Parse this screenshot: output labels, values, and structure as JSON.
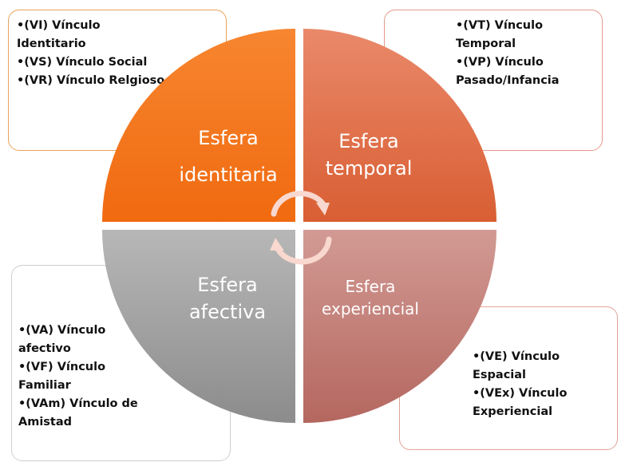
{
  "center_arrows": "cycle-arrows-icon",
  "quadrants": {
    "top_left": {
      "label_lines": [
        "Esfera",
        "identitaria"
      ],
      "color": "#f4731d"
    },
    "top_right": {
      "label_lines": [
        "Esfera",
        "temporal"
      ],
      "color": "#e0704a"
    },
    "bottom_left": {
      "label_lines": [
        "Esfera",
        "afectiva"
      ],
      "color": "#9c9c9c"
    },
    "bottom_right": {
      "label_lines": [
        "Esfera",
        "experiencial"
      ],
      "color": "#c27d76"
    }
  },
  "boxes": {
    "top_left": [
      "•(VI) Vínculo Identitario",
      "•(VS) Vínculo Social",
      "•(VR) Vínculo Relgioso"
    ],
    "top_right": [
      "•(VT) Vínculo Temporal",
      "•(VP) Vínculo Pasado/Infancia"
    ],
    "bottom_left": [
      "•(VA) Vínculo afectivo",
      "•(VF) Vínculo Familiar",
      "•(VAm) Vínculo de Amistad"
    ],
    "bottom_right": [
      "•(VE) Vínculo Espacial",
      "•(VEx) Vínculo Experiencial"
    ]
  }
}
